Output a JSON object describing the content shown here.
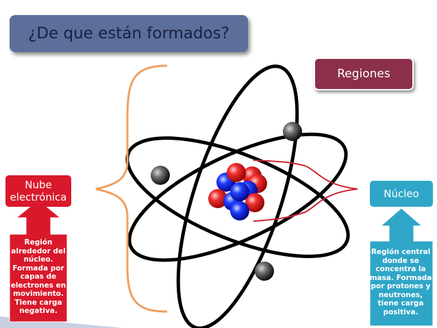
{
  "title": "¿De que están formados?",
  "regions_label": "Regiones",
  "left": {
    "label": "Nube electrónica",
    "description": "Región alrededor del núcleo. Formada por capas de electrones en movimiento. Tiene carga negativa."
  },
  "right": {
    "label": "Núcleo",
    "description": "Región central donde se concentra la masa. Formada por protones y neutrones, tiene carga positiva."
  },
  "colors": {
    "title_bg": "#5c6e9a",
    "regions_bg": "#8b2f4a",
    "left_accent": "#d9192b",
    "right_accent": "#2fa6c7",
    "brace": "#f0a060",
    "proton": "#e0202a",
    "neutron": "#1a3cf0"
  }
}
